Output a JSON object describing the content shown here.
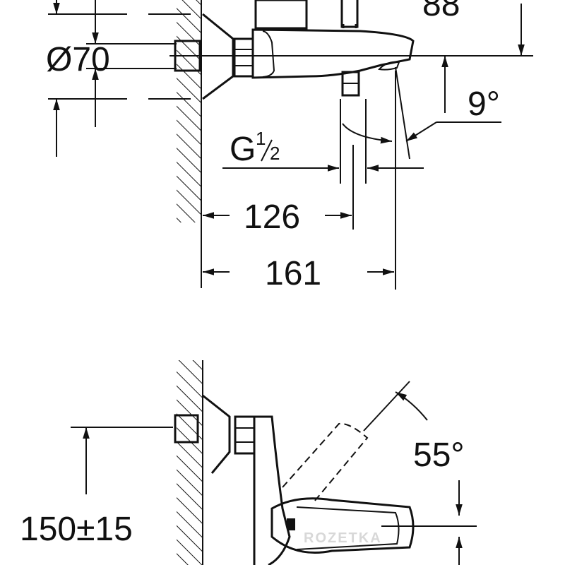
{
  "drawing": {
    "top_view": {
      "dim_flange_diameter": "Ø70",
      "dim_height": "88",
      "dim_angle_spout": "9°",
      "dim_thread_g": "G",
      "dim_thread_num": "1",
      "dim_thread_den": "2",
      "dim_outlet_distance": "126",
      "dim_spout_projection": "161"
    },
    "side_view": {
      "dim_handle_angle": "55°",
      "dim_center_distance": "150±15"
    },
    "watermark": "ROZETKA",
    "colors": {
      "line": "#111111",
      "background": "#ffffff"
    }
  }
}
